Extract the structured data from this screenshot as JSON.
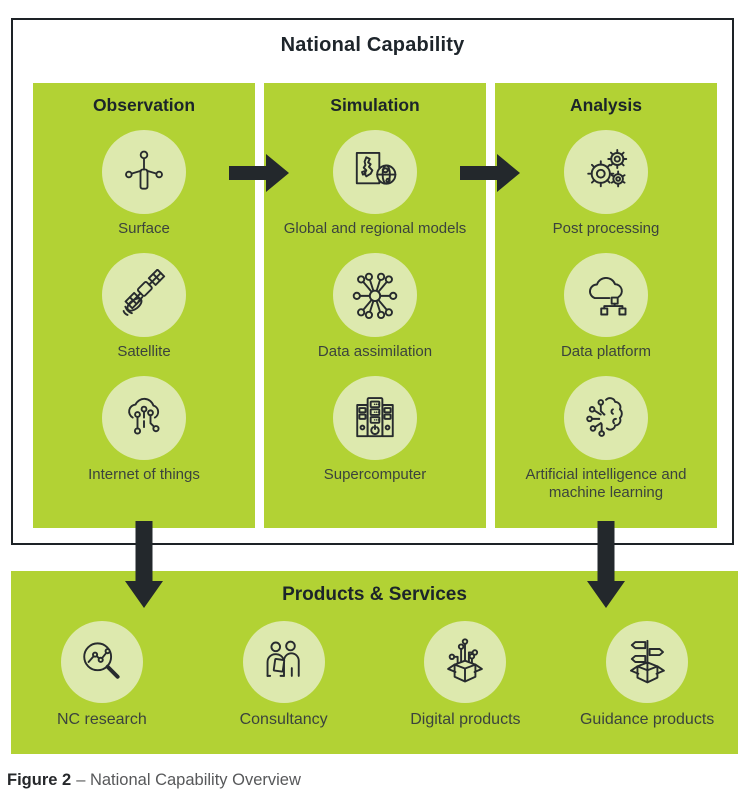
{
  "title": "National Capability",
  "colors": {
    "green": "#b2d234",
    "pale_circle": "#dde9ae",
    "dark": "#23282c",
    "label_text": "#3b433d",
    "caption_gray": "#57585a"
  },
  "columns": [
    {
      "header": "Observation",
      "items": [
        {
          "label": "Surface",
          "icon": "weather-station-icon"
        },
        {
          "label": "Satellite",
          "icon": "satellite-icon"
        },
        {
          "label": "Internet of things",
          "icon": "iot-cloud-icon"
        }
      ]
    },
    {
      "header": "Simulation",
      "items": [
        {
          "label": "Global and regional models",
          "icon": "uk-map-globe-icon"
        },
        {
          "label": "Data assimilation",
          "icon": "network-hub-icon"
        },
        {
          "label": "Supercomputer",
          "icon": "server-racks-icon"
        }
      ]
    },
    {
      "header": "Analysis",
      "items": [
        {
          "label": "Post processing",
          "icon": "gears-icon"
        },
        {
          "label": "Data platform",
          "icon": "cloud-nodes-icon"
        },
        {
          "label": "Artificial intelligence and machine learning",
          "icon": "ai-brain-icon"
        }
      ]
    }
  ],
  "flow": {
    "right_arrows": [
      "observation-to-simulation",
      "simulation-to-analysis"
    ],
    "down_arrows": [
      "observation-to-products",
      "analysis-to-products"
    ]
  },
  "products": {
    "title": "Products & Services",
    "items": [
      {
        "label": "NC research",
        "icon": "magnifier-chart-icon"
      },
      {
        "label": "Consultancy",
        "icon": "people-icon"
      },
      {
        "label": "Digital products",
        "icon": "box-circuit-icon"
      },
      {
        "label": "Guidance products",
        "icon": "box-signpost-icon"
      }
    ]
  },
  "caption": {
    "figure": "Figure 2",
    "text": "– National Capability Overview"
  }
}
